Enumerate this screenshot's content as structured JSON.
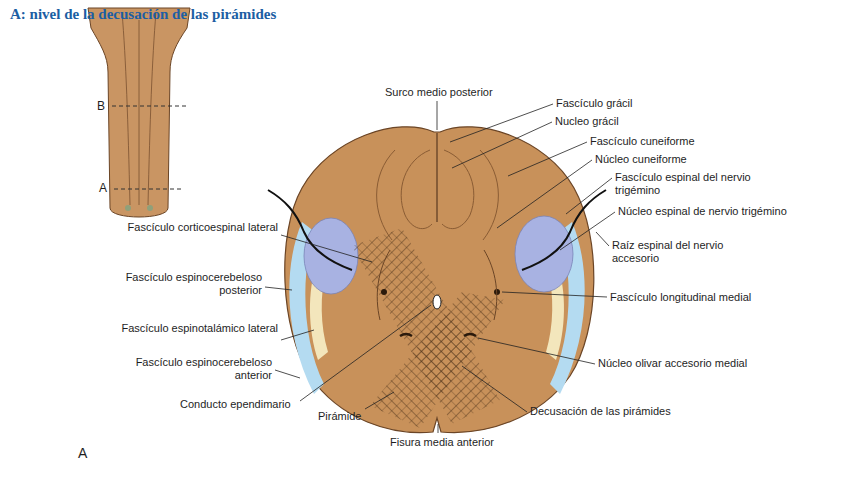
{
  "diagram": {
    "title": "A: nivel de la decusación de las pirámides",
    "labels": [
      "Surco medio posterior",
      "Fascículo grácil",
      "Nucleo grácil",
      "Fascículo cuneiforme",
      "Núcleo cuneiforme",
      "Fascículo espinal del nervio trigémino",
      "Núcleo espinal de nervio trigémino",
      "Raíz espinal del nervio accesorio",
      "Fascículo longitudinal medial",
      "Núcleo olivar accesorio medial",
      "Decusación de las pirámides",
      "Fisura media anterior",
      "Pirámide",
      "Conducto ependimario",
      "Fascículo espinocerebeloso anterior",
      "Fascículo espinotalámico lateral",
      "Fascículo espinocerebeloso posterior",
      "Fascículo corticoespinal lateral",
      "B",
      "A",
      "A"
    ]
  }
}
